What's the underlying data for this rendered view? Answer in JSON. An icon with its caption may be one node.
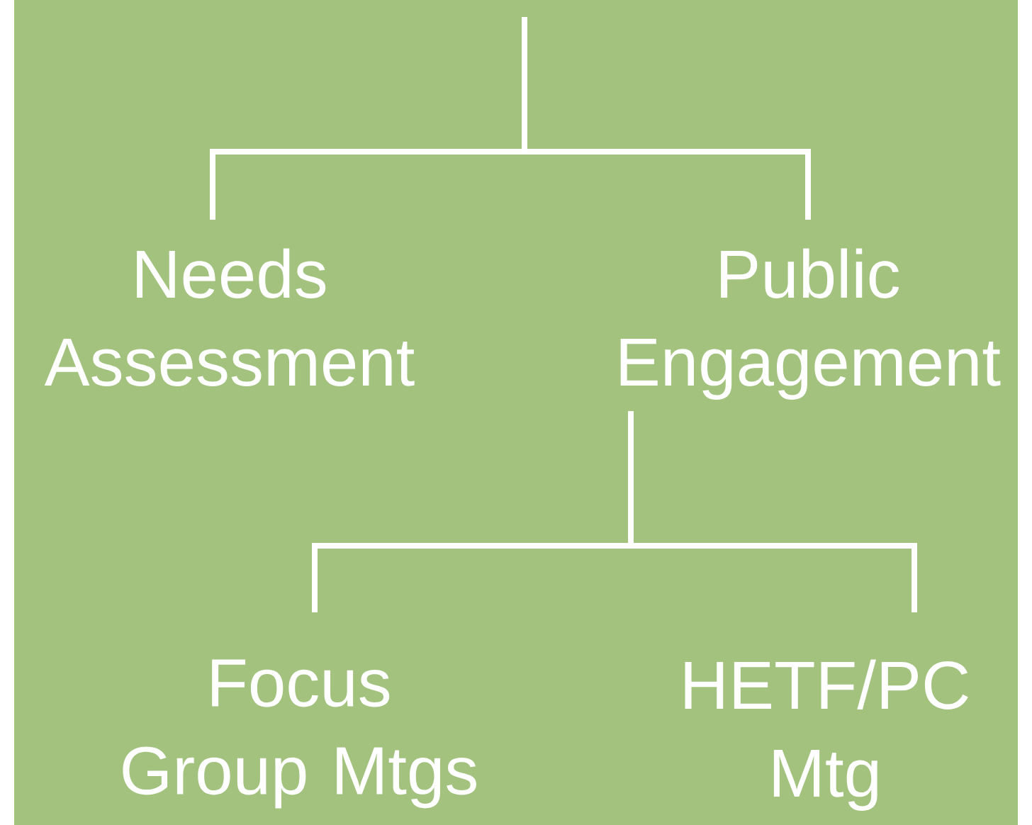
{
  "diagram": {
    "nodes": [
      {
        "text": [
          "Needs Assessment"
        ]
      },
      {
        "text": [
          "Public Engagement"
        ]
      },
      {
        "text": [
          "Focus Group Mtgs"
        ]
      },
      {
        "text": [
          "HETF/PC Mtg"
        ]
      }
    ],
    "edges": [
      {
        "from": null,
        "to": 0,
        "arrow": "none"
      },
      {
        "from": null,
        "to": 1,
        "arrow": "none"
      },
      {
        "from": 1,
        "to": 2,
        "arrow": "none"
      },
      {
        "from": 1,
        "to": 3,
        "arrow": "none"
      }
    ]
  }
}
